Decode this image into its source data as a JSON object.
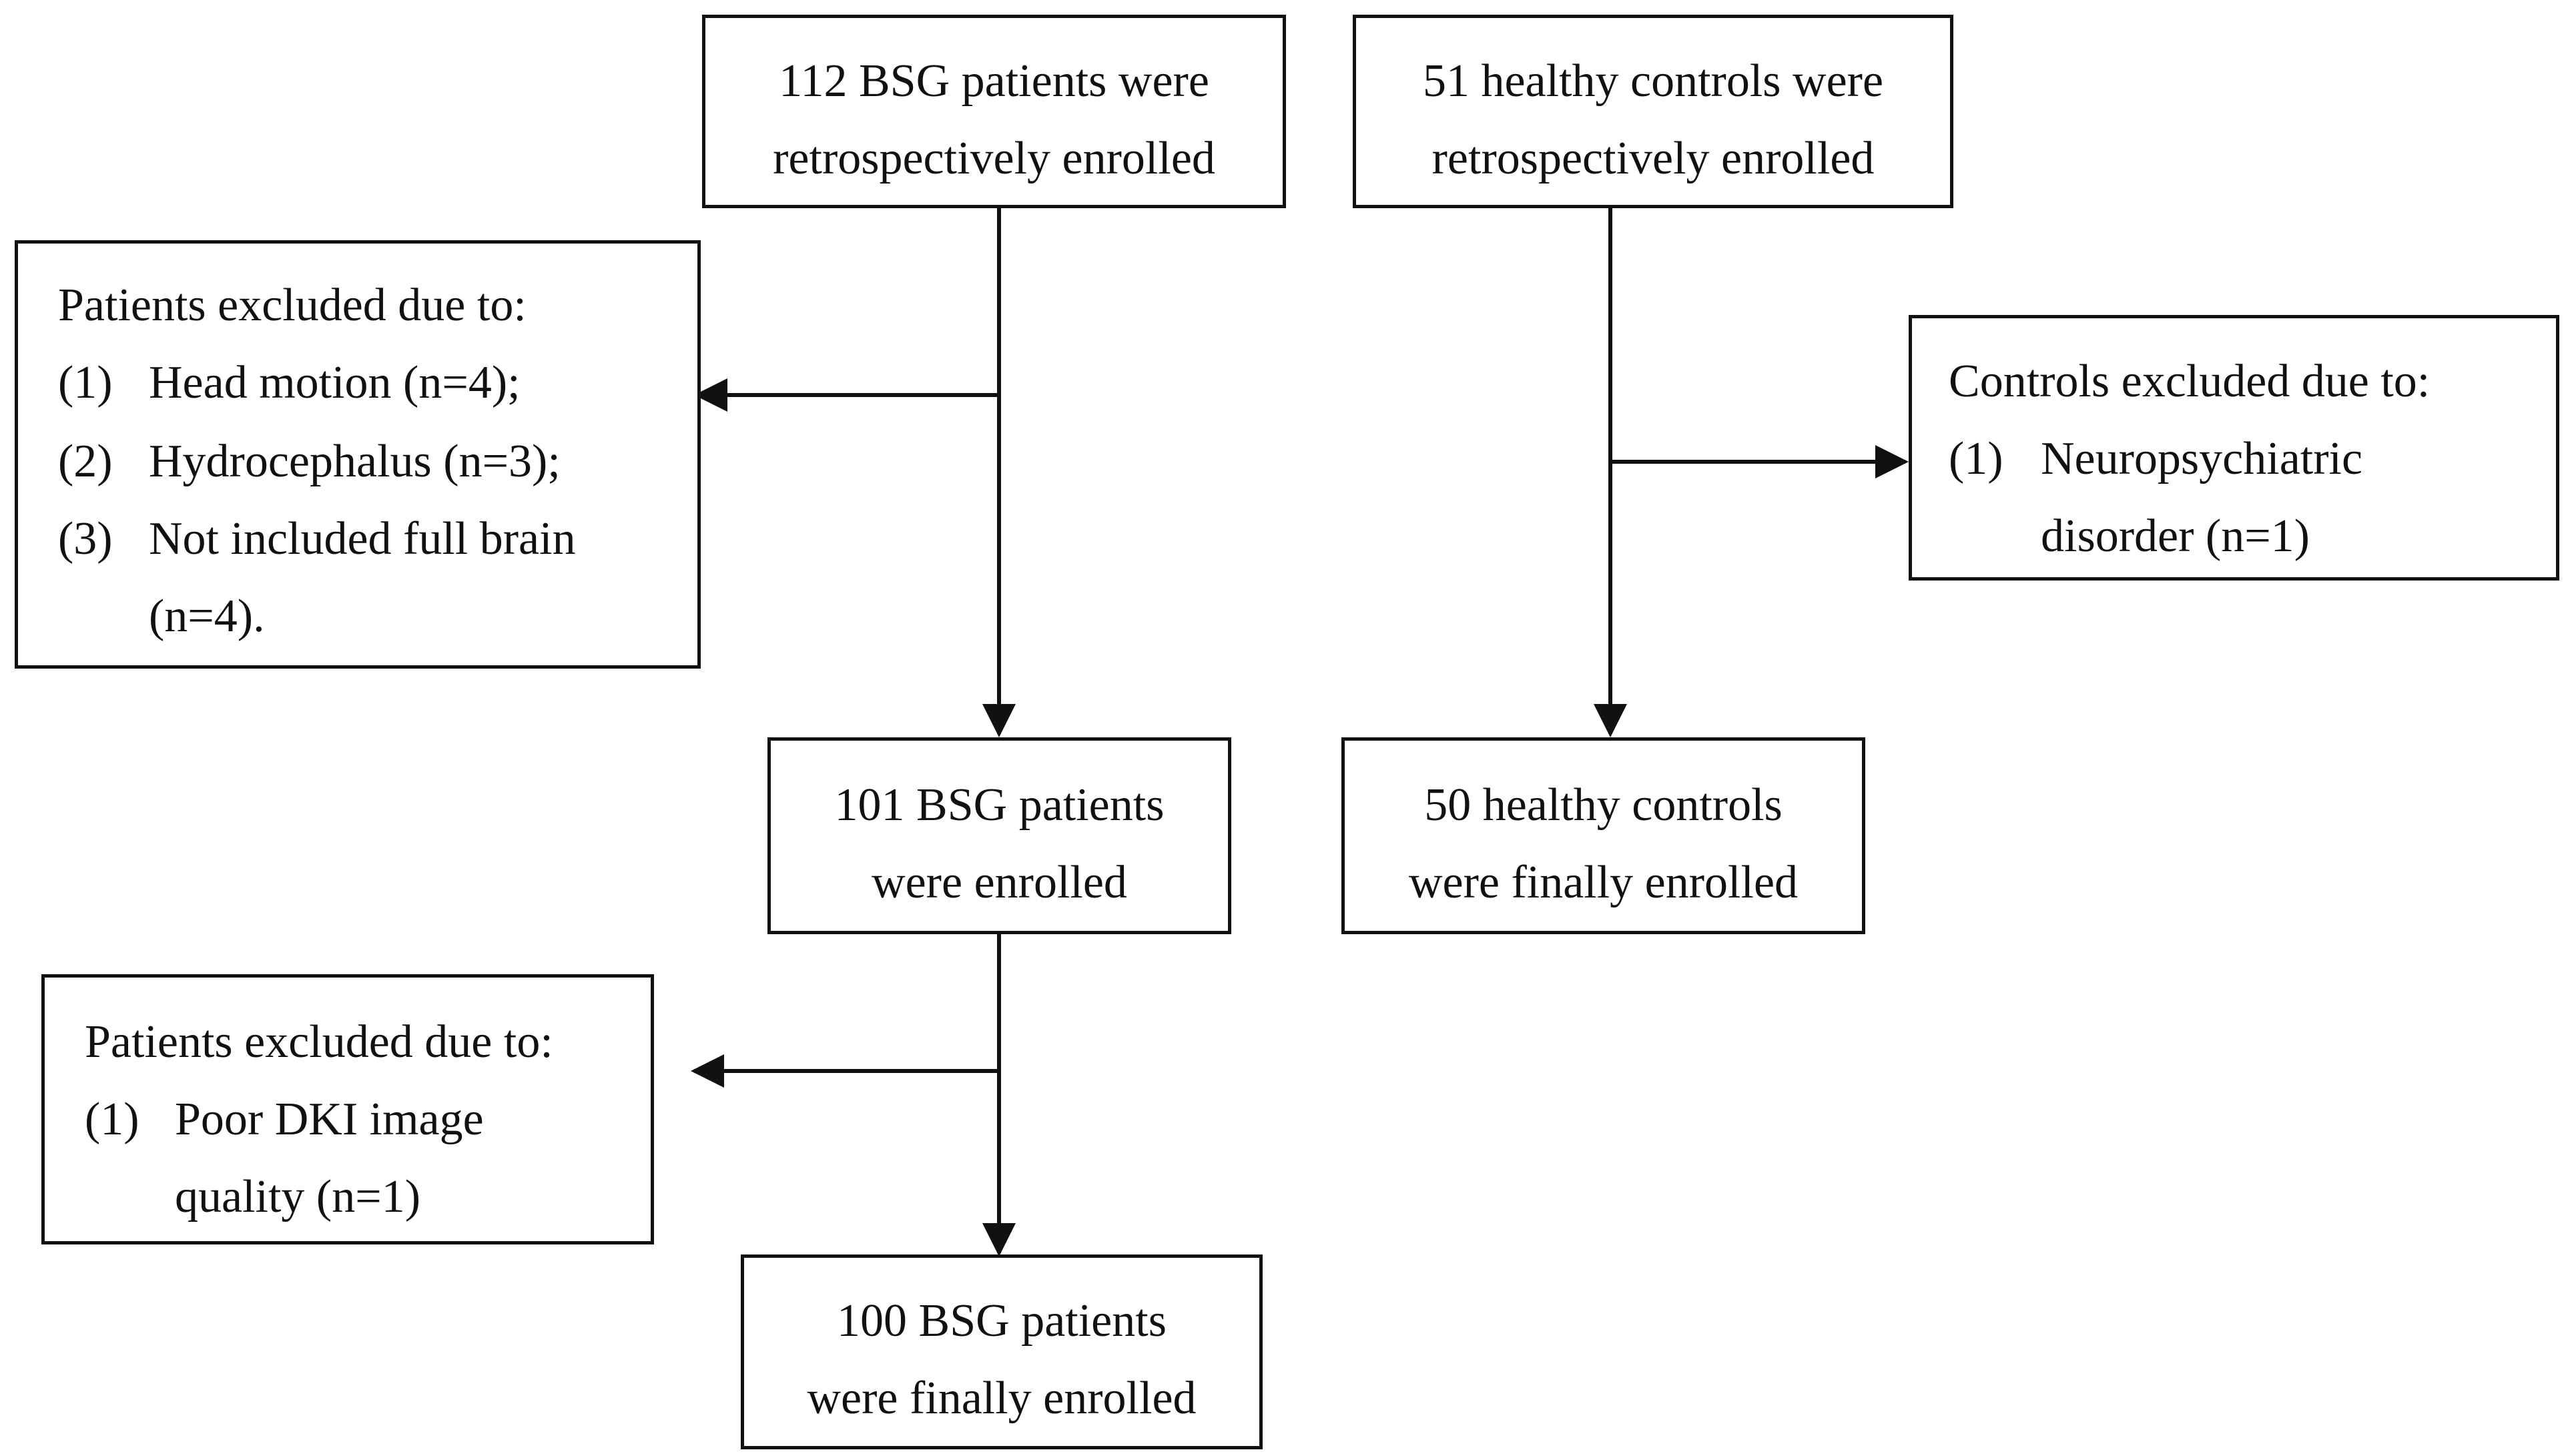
{
  "patients_start": [
    "112 BSG patients were",
    "retrospectively enrolled"
  ],
  "controls_start": [
    "51 healthy controls were",
    "retrospectively enrolled"
  ],
  "patients_exclusion_1": {
    "heading": "Patients excluded due to:",
    "items": [
      {
        "num": "(1)",
        "lines": [
          "Head motion (n=4);"
        ]
      },
      {
        "num": "(2)",
        "lines": [
          "Hydrocephalus (n=3);"
        ]
      },
      {
        "num": "(3)",
        "lines": [
          "Not included full brain",
          "(n=4)."
        ]
      }
    ]
  },
  "controls_exclusion": {
    "heading": "Controls excluded due to:",
    "items": [
      {
        "num": "(1)",
        "lines": [
          "Neuropsychiatric",
          "disorder (n=1)"
        ]
      }
    ]
  },
  "patients_mid": [
    "101 BSG patients",
    "were enrolled"
  ],
  "controls_final": [
    "50 healthy controls",
    "were finally enrolled"
  ],
  "patients_exclusion_2": {
    "heading": "Patients excluded due to:",
    "items": [
      {
        "num": "(1)",
        "lines": [
          "Poor DKI image",
          "quality (n=1)"
        ]
      }
    ]
  },
  "patients_final": [
    "100 BSG patients",
    "were finally enrolled"
  ]
}
